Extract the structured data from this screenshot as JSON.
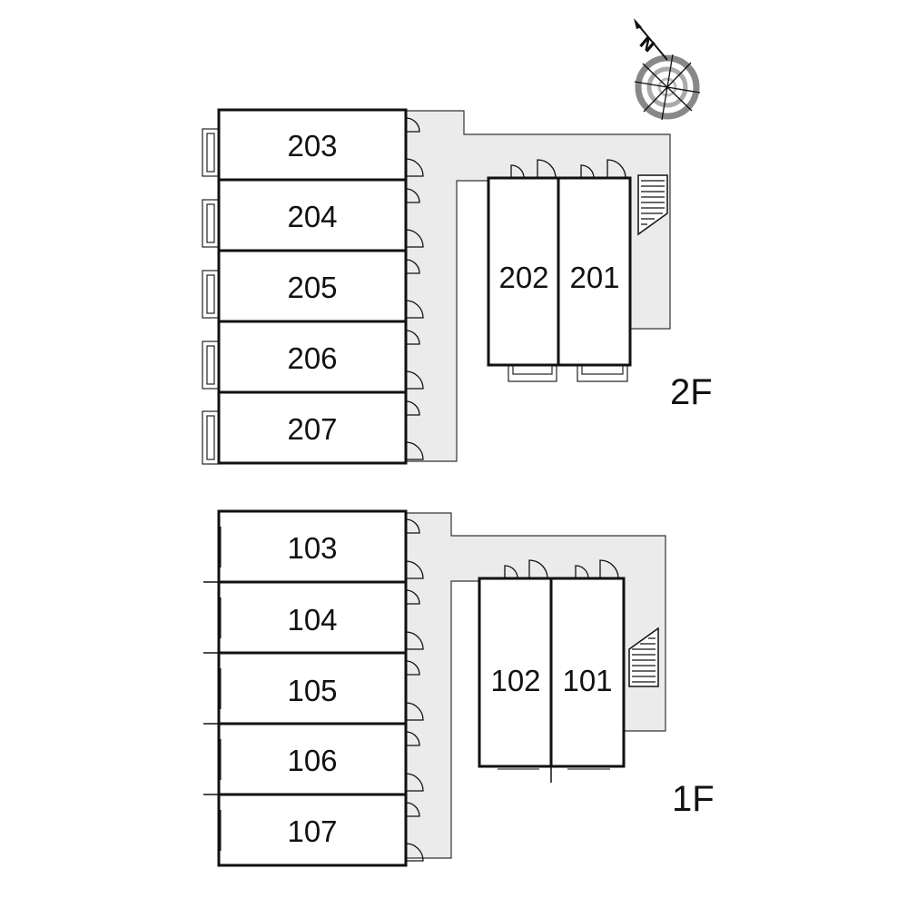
{
  "floors": [
    {
      "label": "2F",
      "units": [
        "203",
        "204",
        "205",
        "206",
        "207",
        "202",
        "201"
      ]
    },
    {
      "label": "1F",
      "units": [
        "103",
        "104",
        "105",
        "106",
        "107",
        "102",
        "101"
      ]
    }
  ],
  "compass": {
    "north_label": "N",
    "icon": "compass-rose-icon"
  },
  "colors": {
    "corridor": "#ebebeb",
    "wall": "#111111",
    "background": "#ffffff"
  }
}
